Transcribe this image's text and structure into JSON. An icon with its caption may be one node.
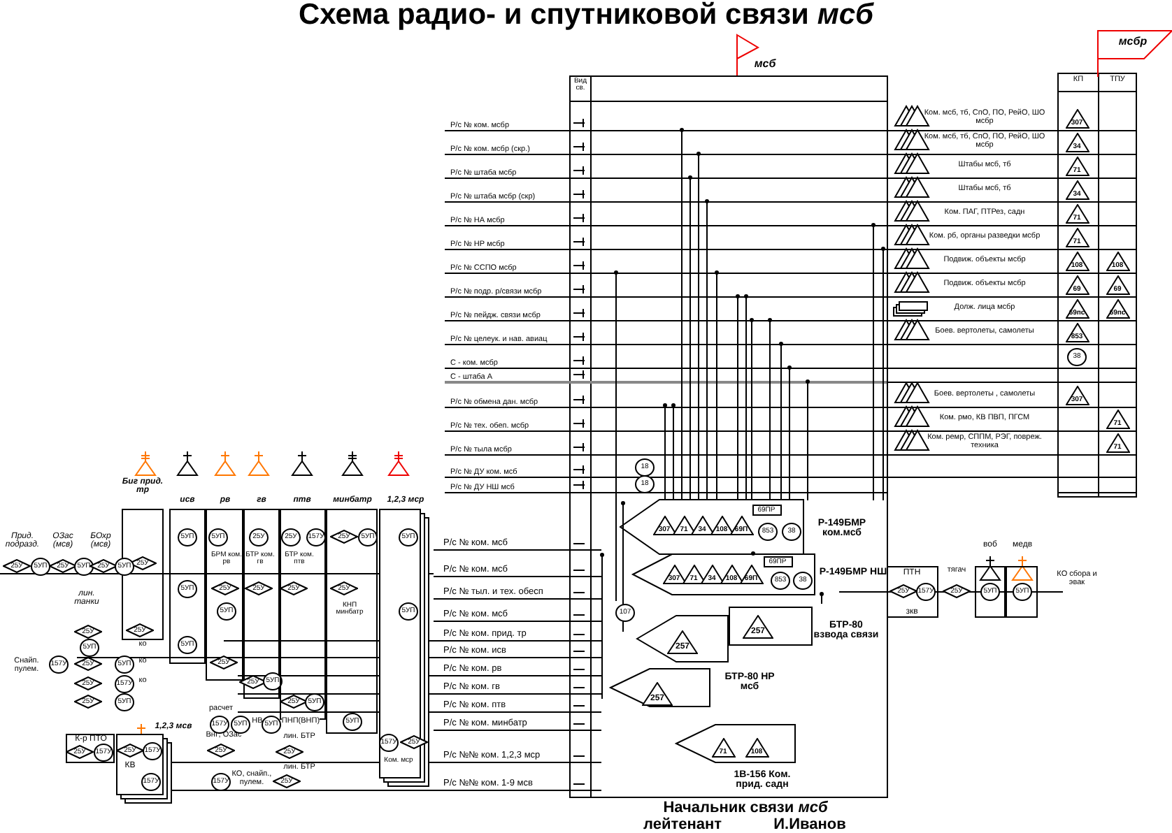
{
  "diagram": {
    "title": "Схема радио- и спутниковой связи *мсб*",
    "nodes": [
      {
        "text": [
          "307",
          "71",
          "34",
          "108",
          "69П",
          "69ПР",
          "853",
          "38",
          "Р-149БМР ком.мсб"
        ]
      },
      {
        "text": [
          "307",
          "71",
          "34",
          "108",
          "69П",
          "69ПР",
          "853",
          "38",
          "Р-149БМР НШ"
        ]
      },
      {
        "text": [
          "257",
          "257",
          "БТР-80 взвода связи"
        ]
      },
      {
        "text": [
          "257",
          "БТР-80 НР мсб"
        ]
      },
      {
        "text": [
          "71",
          "108",
          "1В-156 Ком. прид. садн"
        ]
      },
      {
        "text": [
          "ПТН",
          "25У",
          "157У",
          "зкв"
        ]
      },
      {
        "text": [
          "воб",
          "5УП"
        ]
      },
      {
        "text": [
          "медв",
          "5УП"
        ]
      },
      {
        "text": [
          "Биг прид. тр",
          "25У",
          "25У"
        ]
      },
      {
        "text": [
          "исв",
          "5УП",
          "5УП",
          "5УП"
        ]
      },
      {
        "text": [
          "рв",
          "5УП",
          "БРМ ком. рв",
          "25У",
          "5УП",
          "25У"
        ]
      },
      {
        "text": [
          "гв",
          "25У",
          "БТР ком. гв",
          "25У",
          "25У",
          "5УП"
        ]
      },
      {
        "text": [
          "птв",
          "25У",
          "157У",
          "БТР ком. птв",
          "25У",
          "25У",
          "5УП"
        ]
      },
      {
        "text": [
          "минбатр",
          "25У",
          "5УП",
          "25У",
          "КНП минбатр",
          "5УП"
        ]
      },
      {
        "text": [
          "1,2,3 мср",
          "5УП",
          "5УП",
          "157У",
          "25У",
          "Ком. мср"
        ]
      },
      {
        "text": [
          "1,2,3 мсв",
          "25У",
          "157У",
          "КВ",
          "157У"
        ]
      },
      {
        "text": [
          "К-р ПТО",
          "25У",
          "157У"
        ]
      }
    ],
    "labels": [
      "мсб",
      "мсбр",
      "Вид св.",
      "КП",
      "ТПУ",
      "Р/с № ком. мсбр",
      "Р/с № ком. мсбр (скр.)",
      "Р/с № штаба мсбр",
      "Р/с № штаба мсбр (скр)",
      "Р/с № НА мсбр",
      "Р/с № НР мсбр",
      "Р/с № ССПО мсбр",
      "Р/с № подр. р/связи мсбр",
      "Р/с № пейдж. связи мсбр",
      "Р/с № целеук. и нав. авиац",
      "С - ком. мсбр",
      "С - штаба А",
      "Р/с № обмена дан. мсбр",
      "Р/с № тех. обеп. мсбр",
      "Р/с № тыла мсбр",
      "Р/с № ДУ ком. мсб",
      "Р/с № ДУ НШ мсб",
      "Ком. мсб, тб, СпО, ПО, РейО, ШО мсбр",
      "Ком. мсб, тб, СпО, ПО, РейО, ШО мсбр",
      "Штабы мсб, тб",
      "Штабы мсб, тб",
      "Ком. ПАГ, ПТРез, садн",
      "Ком. рб, органы разведки мсбр",
      "Подвиж. объекты мсбр",
      "Подвиж. объекты мсбр",
      "Долж. лица мсбр",
      "Боев. вертолеты, самолеты",
      "Боев. вертолеты , самолеты",
      "Ком. рмо, КВ ПВП, ПГСМ",
      "Ком. ремр, СППМ, РЭГ, повреж. техника",
      "307",
      "34",
      "71",
      "34",
      "71",
      "71",
      "108",
      "108",
      "69",
      "69",
      "69пс",
      "69пс",
      "853",
      "38",
      "307",
      "71",
      "71",
      "Р/с № ком. мсб",
      "Р/с № ком. мсб",
      "Р/с № тыл. и тех. обесп",
      "Р/с № ком. мсб",
      "Р/с № ком. прид. тр",
      "Р/с № ком. исв",
      "Р/с № ком. рв",
      "Р/с № ком. гв",
      "Р/с № ком. птв",
      "Р/с № ком. минбатр",
      "Р/с №№ ком. 1,2,3 мср",
      "Р/с №№ ком. 1-9 мсв",
      "18",
      "18",
      "107",
      "Прид. подразд.",
      "ОЗас (мсв)",
      "БОхр (мсв)",
      "лин. танки",
      "Снайп. пулем.",
      "ко",
      "ко",
      "ко",
      "расчет",
      "НВ",
      "ПНП(ВНП)",
      "ВнГ, ОЗас",
      "лин. БТР",
      "КО, снайп., пулем.",
      "лин. БТР",
      "тягач",
      "КО сбора и эвак",
      "Начальник связи *мсб*",
      "лейтенант",
      "И.Иванов",
      "25У",
      "5УП",
      "25У",
      "5УП",
      "25У",
      "5УП",
      "25У",
      "5УП",
      "157У",
      "25У",
      "5УП",
      "25У",
      "157У",
      "25У",
      "5УП",
      "157У",
      "5УП",
      "5УП",
      "25У",
      "157У",
      "25У",
      "25У",
      "25У"
    ]
  }
}
